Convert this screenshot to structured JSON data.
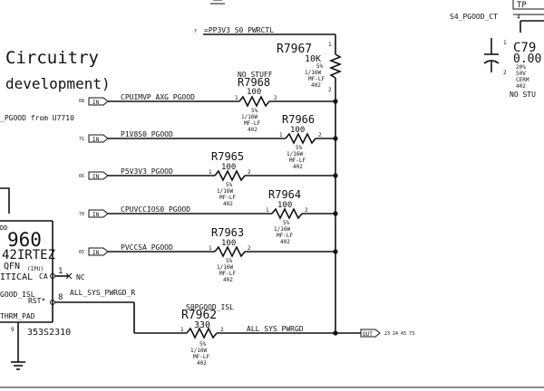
{
  "title": {
    "line1": "Circuitry",
    "line2": "development)"
  },
  "labels": {
    "pgood_from": "_PGOOD from U7710",
    "tp": "TP",
    "s4_pgood": "S4_PGOOD_CT",
    "s4_pin": "4",
    "pwrctl_ref": "7",
    "pwrctl_net": "=PP3V3_S0_PWRCTL",
    "nc_pin": "1",
    "nc": "NC",
    "rst_pin": "8",
    "all_sys_pwrgd_r": "ALL_SYS_PWRGD_R",
    "s0pgood": "S0PGOOD_ISL",
    "all_sys_pwrgd": "ALL_SYS_PWRGD",
    "out_flag": "OUT",
    "out_refs": "23 24 45 73"
  },
  "ic": {
    "name": "960",
    "part": "42IRTEZ",
    "pkg": "QFN",
    "crit": "ITICAL",
    "pin_ipu": "(IPU)",
    "pin_ca": "CA",
    "pin_good": "GOOD_ISL",
    "pin_rst": "RST*",
    "pin_dd": "DD",
    "pin_thrm": "THRM_PAD",
    "pin_9": "9",
    "apn": "353S2310"
  },
  "cap": {
    "ref": "C79",
    "val": "0.00",
    "p1": "20%",
    "p2": "50V",
    "p3": "CERM",
    "p4": "402",
    "no_stuff": "NO STU",
    "pin": "2",
    "pin1": "1"
  },
  "resistors": [
    {
      "ref": "R7967",
      "value": "10K",
      "tol": "5%",
      "power": "1/16W",
      "type": "MF-LF",
      "pkg": "402",
      "pin1": "1",
      "pin2": "2"
    },
    {
      "ref": "R7968",
      "value": "100",
      "note": "NO STUFF",
      "tol": "5%",
      "power": "1/16W",
      "type": "MF-LF",
      "pkg": "402",
      "pin1": "1",
      "pin2": "2"
    },
    {
      "ref": "R7966",
      "value": "100",
      "tol": "5%",
      "power": "1/16W",
      "type": "MF-LF",
      "pkg": "402",
      "pin1": "1",
      "pin2": "2"
    },
    {
      "ref": "R7965",
      "value": "100",
      "tol": "5%",
      "power": "1/16W",
      "type": "MF-LF",
      "pkg": "402",
      "pin1": "1",
      "pin2": "2"
    },
    {
      "ref": "R7964",
      "value": "100",
      "tol": "5%",
      "power": "1/16W",
      "type": "MF-LF",
      "pkg": "402",
      "pin1": "1",
      "pin2": "2"
    },
    {
      "ref": "R7963",
      "value": "100",
      "tol": "5%",
      "power": "1/16W",
      "type": "MF-LF",
      "pkg": "402",
      "pin1": "1",
      "pin2": "2"
    },
    {
      "ref": "R7962",
      "value": "330",
      "tol": "5%",
      "power": "1/16W",
      "type": "MF-LF",
      "pkg": "402",
      "pin1": "1",
      "pin2": "2"
    }
  ],
  "inputs": [
    {
      "ref": "68",
      "flag": "IN",
      "net": "CPUIMVP_AXG_PGOOD"
    },
    {
      "ref": "71",
      "flag": "IN",
      "net": "P1V8S0_PGOOD"
    },
    {
      "ref": "66",
      "flag": "IN",
      "net": "P5V3V3_PGOOD"
    },
    {
      "ref": "70",
      "flag": "IN",
      "net": "CPUVCCIOS0_PGOOD"
    },
    {
      "ref": "65",
      "flag": "IN",
      "net": "PVCCSA_PGOOD"
    }
  ]
}
